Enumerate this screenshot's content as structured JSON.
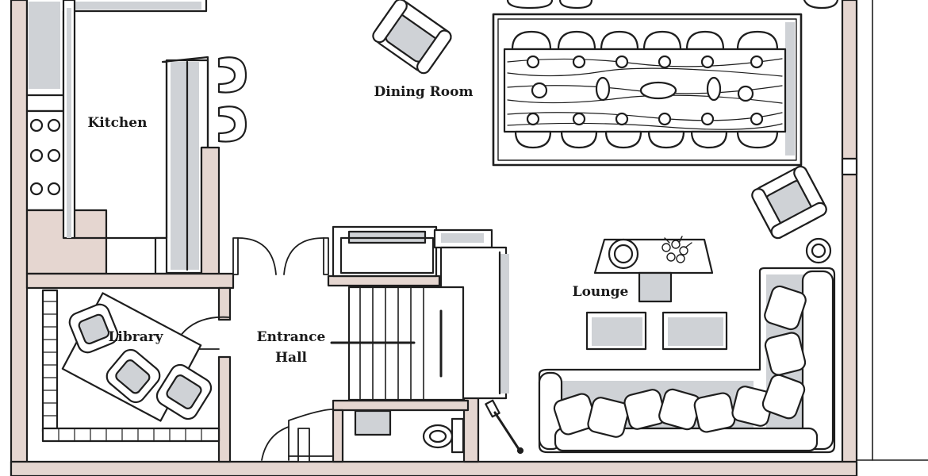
{
  "plan": {
    "colors": {
      "line": "#1e1e1e",
      "wall_fill": "#e5d6d0",
      "shadow": "#cfd2d6",
      "background": "#ffffff"
    },
    "rooms": {
      "kitchen": "Kitchen",
      "dining_room": "Dining Room",
      "library": "Library",
      "entrance_hall": "Entrance\nHall",
      "lounge": "Lounge"
    }
  }
}
